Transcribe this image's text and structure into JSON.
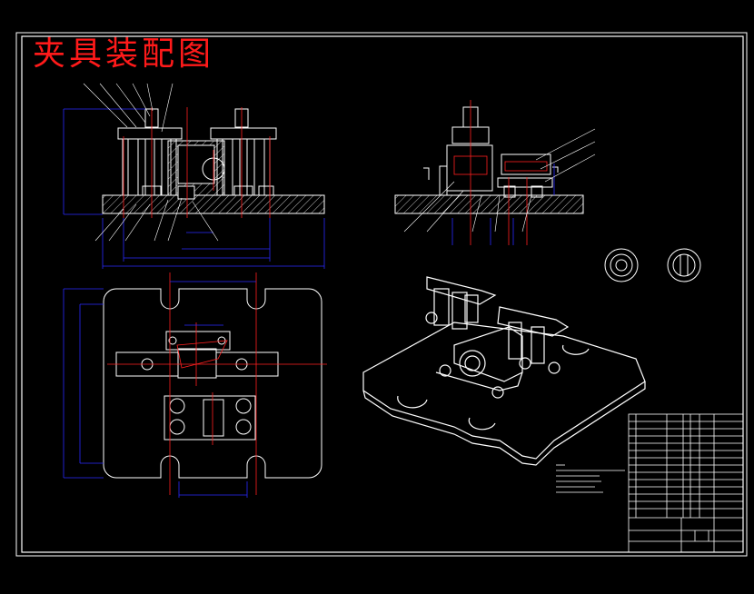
{
  "drawing": {
    "title": "夹具装配图",
    "colors": {
      "background": "#000000",
      "line": "#ffffff",
      "dimension": "#0000ff",
      "centerline": "#ff0000",
      "hatch": "#c0c0c0",
      "title": "#ff1a1a"
    },
    "views": [
      "front-section-view",
      "side-section-view",
      "top-view",
      "isometric-view",
      "section-circle-a",
      "section-circle-b",
      "parts-list",
      "title-block",
      "technical-notes"
    ]
  }
}
